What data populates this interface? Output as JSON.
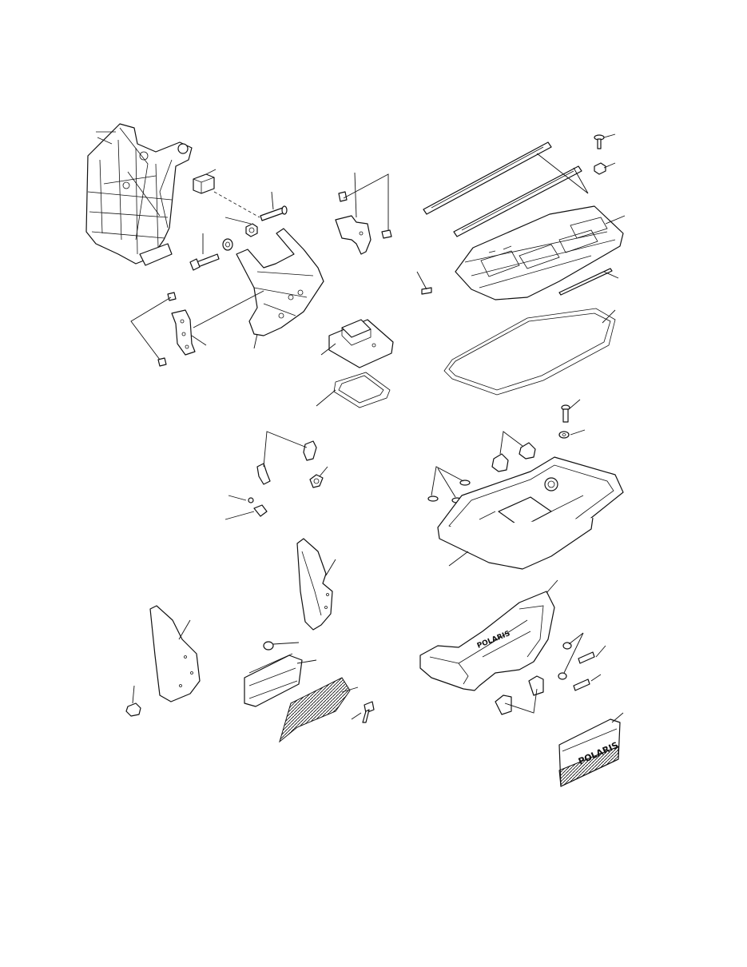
{
  "diagram": {
    "type": "exploded-parts-view",
    "stroke_color": "#111111",
    "background": "#ffffff",
    "bumper_brand_text": "POLARIS",
    "grille_brand_text": "POLARIS"
  }
}
